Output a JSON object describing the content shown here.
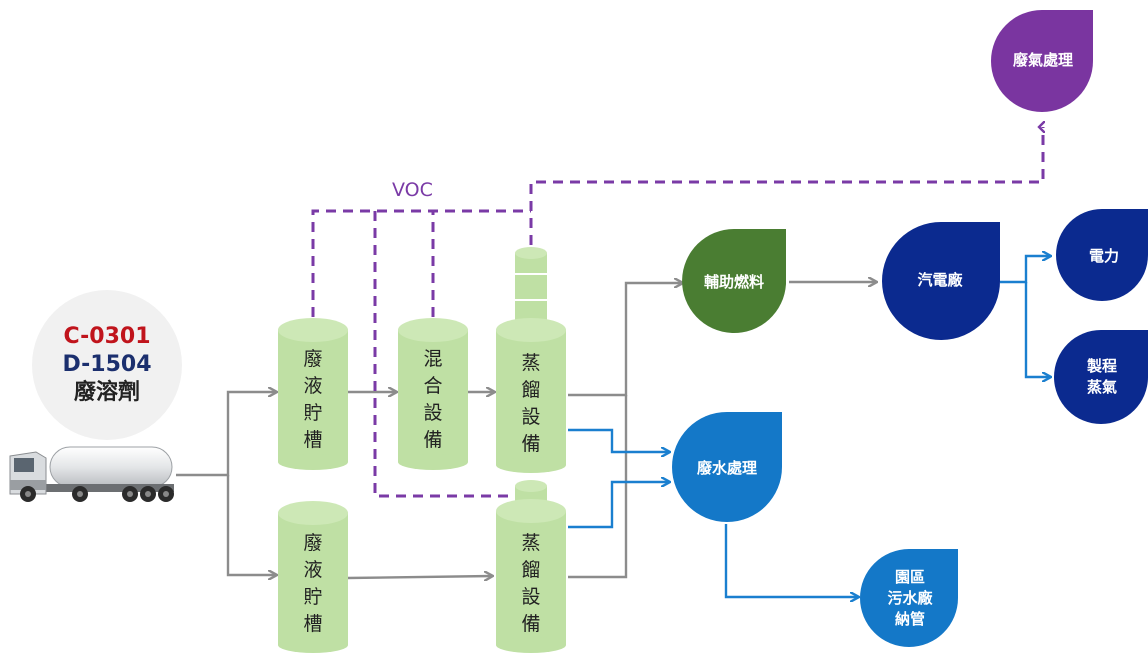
{
  "colors": {
    "gray_flow": "#8c8c8c",
    "blue_flow": "#1a7fcf",
    "voc_line": "#7a3aa6",
    "tank_green": "#bfe0a4",
    "fuel_green": "#4a7d32",
    "navy": "#0b2a8f",
    "blue_node": "#1478c8",
    "purple_node": "#7a35a0",
    "code_red": "#c0141c",
    "code_navy": "#1b2f6e"
  },
  "source": {
    "code1": "C-0301",
    "code2": "D-1504",
    "name": "廢溶劑",
    "vehicle_icon": "tanker-truck-icon"
  },
  "voc_label": "VOC",
  "tanks": {
    "storage_top": "廢\n液\n貯\n槽",
    "mixing": "混\n合\n設\n備",
    "distill_top": "蒸\n餾\n設\n備",
    "storage_bottom": "廢\n液\n貯\n槽",
    "distill_bottom": "蒸\n餾\n設\n備"
  },
  "nodes": {
    "aux_fuel": "輔助燃料",
    "steam_plant": "汽電廠",
    "power": "電力",
    "process_steam": "製程\n蒸氣",
    "waste_water": "廢水處理",
    "park_sewer": "園區\n污水廠\n納管",
    "exhaust": "廢氣處理"
  }
}
